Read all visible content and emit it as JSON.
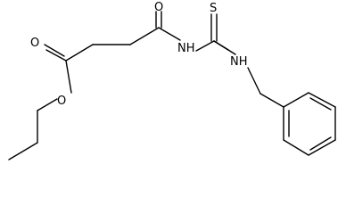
{
  "molecule": {
    "atoms": {
      "carbonyl_O_left": "O",
      "ester_O": "O",
      "carbonyl_O_right": "O",
      "thione_S": "S",
      "amide_NH": "NH",
      "benzyl_NH": "NH"
    },
    "colors": {
      "line": "#000000",
      "background": "#ffffff"
    }
  }
}
